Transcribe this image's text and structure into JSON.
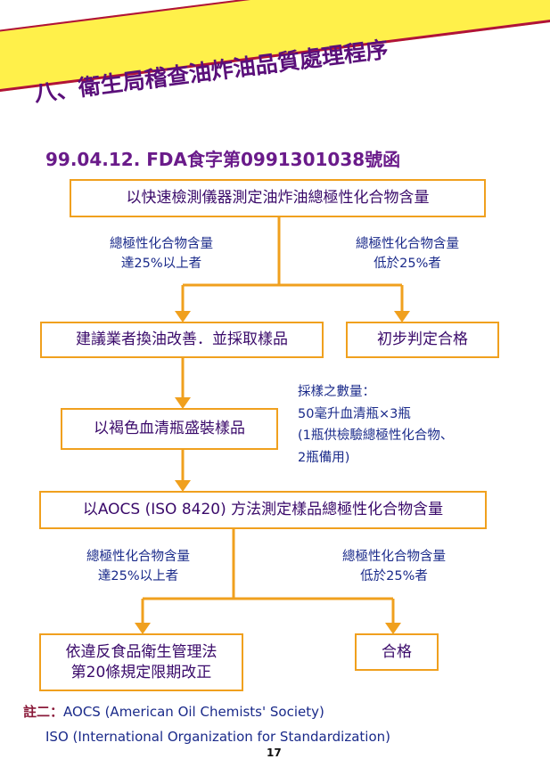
{
  "title": "八、衛生局稽查油炸油品質處理程序",
  "subtitle": "99.04.12. FDA食字第0991301038號函",
  "boxes": {
    "step1": "以快速檢測儀器測定油炸油總極性化合物含量",
    "advise": "建議業者換油改善．並採取樣品",
    "pass_initial": "初步判定合格",
    "sample_bottle": "以褐色血清瓶盛裝樣品",
    "aocs": "以AOCS (ISO 8420) 方法測定樣品總極性化合物含量",
    "enforce_line1": "依違反食品衛生管理法",
    "enforce_line2": "第20條規定限期改正",
    "pass": "合格"
  },
  "labels": {
    "high_a_line1": "總極性化合物含量",
    "high_a_line2": "達25%以上者",
    "low_a_line1": "總極性化合物含量",
    "low_a_line2": "低於25%者",
    "high_b_line1": "總極性化合物含量",
    "high_b_line2": "達25%以上者",
    "low_b_line1": "總極性化合物含量",
    "low_b_line2": "低於25%者"
  },
  "sample_note": {
    "line1": "採樣之數量：",
    "line2": "50毫升血清瓶×3瓶",
    "line3": "(1瓶供檢驗總極性化合物、",
    "line4": "2瓶備用)"
  },
  "footer": {
    "label": "註二：",
    "line1": "AOCS (American Oil Chemists' Society)",
    "line2": "ISO (International Organization for Standardization)"
  },
  "page_number": "17",
  "colors": {
    "banner_fill": "#fff04a",
    "banner_border": "#b0123a",
    "title_text": "#5a0f7a",
    "box_border": "#f0a01e",
    "connector": "#f0a01e",
    "label_text": "#1a2a8a"
  }
}
